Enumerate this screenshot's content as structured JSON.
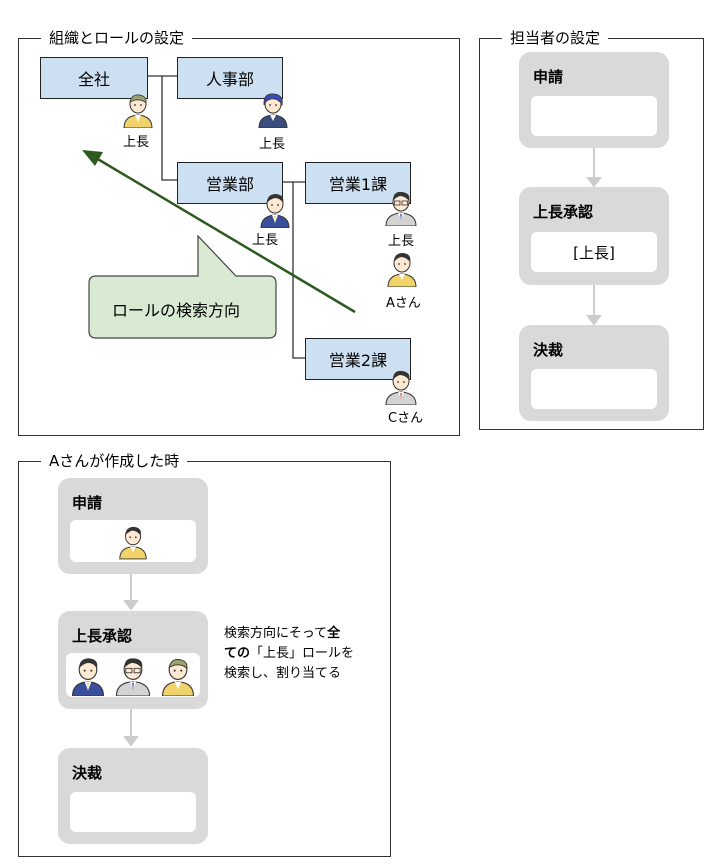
{
  "sections": {
    "org": {
      "title": "組織とロールの設定"
    },
    "assignee": {
      "title": "担当者の設定"
    },
    "case": {
      "title": "Aさんが作成した時"
    }
  },
  "org": {
    "zensha": "全社",
    "jinji": "人事部",
    "eigyo": "営業部",
    "eigyo1": "営業1課",
    "eigyo2": "営業2課"
  },
  "labels": {
    "boss": "上長",
    "san_a": "Aさん",
    "san_c": "Cさん"
  },
  "callout": {
    "text": "ロールの検索方向"
  },
  "assignee_steps": {
    "apply": "申請",
    "boss_approve": "上長承認",
    "boss_value": "[上長]",
    "decision": "決裁"
  },
  "case_steps": {
    "apply": "申請",
    "boss_approve": "上長承認",
    "decision": "決裁"
  },
  "note": {
    "part1": "検索方向にそって",
    "bold1": "全",
    "bold2": "ての",
    "part2": "「上長」ロールを",
    "line3": "検索し、割り当てる"
  },
  "colors": {
    "org_box": "#cde0f2",
    "arrow": "#2d5a1e",
    "callout_fill": "#d9ead3",
    "step_bg": "#d9d9d9",
    "connector": "#cccccc"
  }
}
